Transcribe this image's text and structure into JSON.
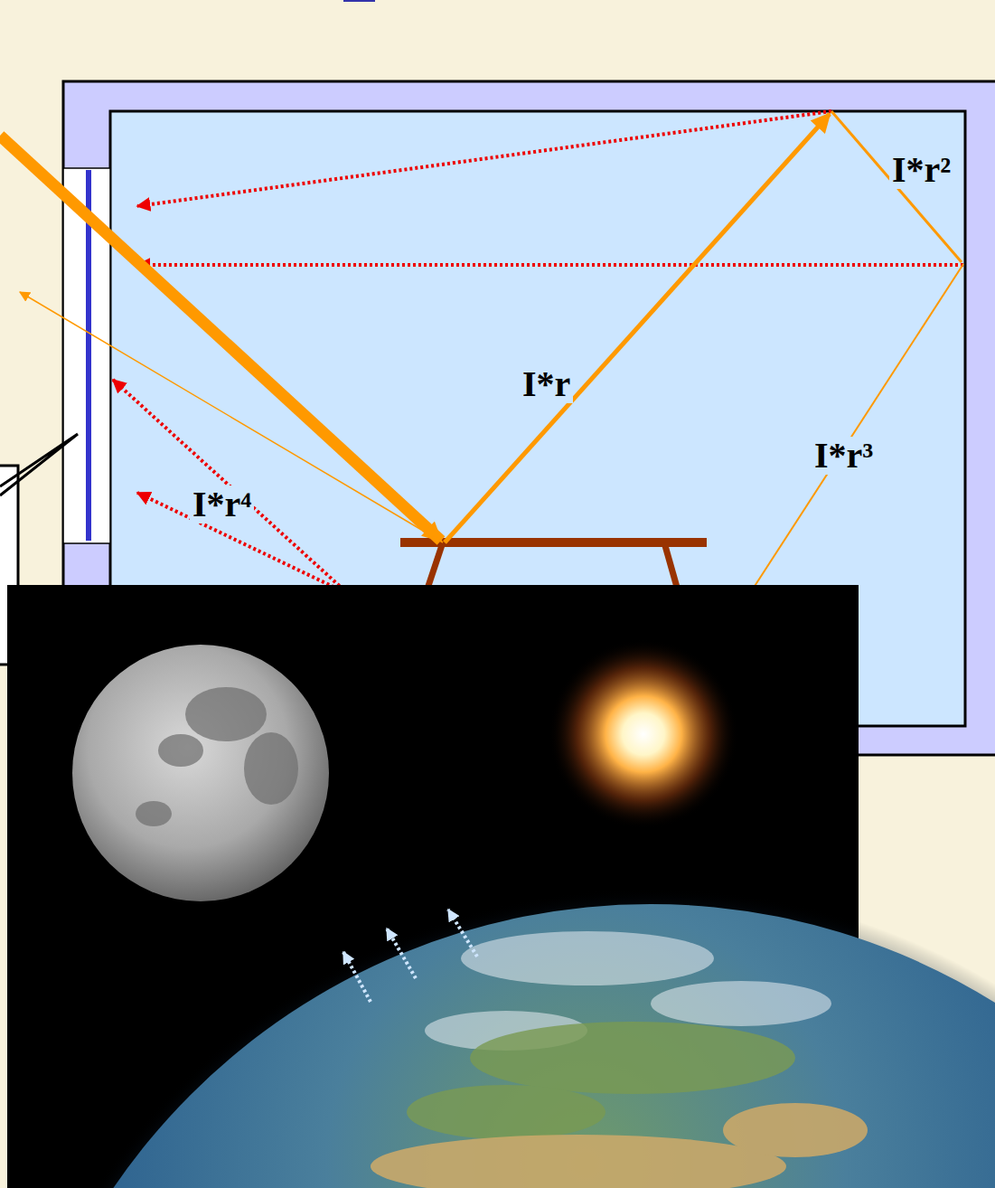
{
  "diagram": {
    "labels": [
      "I*r²",
      "I*r",
      "I*r³",
      "I*r⁴"
    ]
  }
}
